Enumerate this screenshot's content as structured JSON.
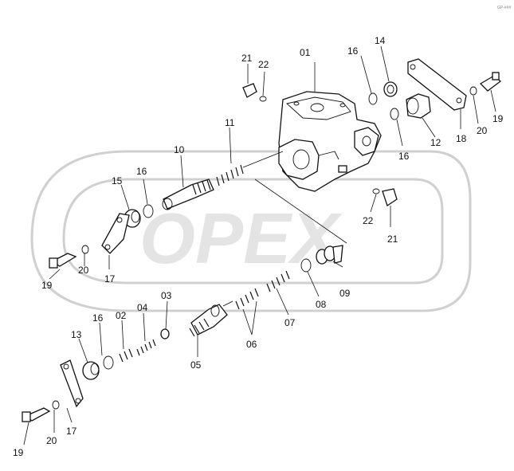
{
  "corner_tag": "GP-###",
  "watermark": "OPEX",
  "labels": {
    "l01": "01",
    "l02": "02",
    "l03": "03",
    "l04": "04",
    "l05": "05",
    "l06": "06",
    "l07": "07",
    "l08": "08",
    "l09": "09",
    "l10": "10",
    "l11": "11",
    "l12": "12",
    "l13": "13",
    "l14": "14",
    "l15": "15",
    "l16a": "16",
    "l16b": "16",
    "l16c": "16",
    "l16d": "16",
    "l17a": "17",
    "l17b": "17",
    "l18": "18",
    "l19a": "19",
    "l19b": "19",
    "l19c": "19",
    "l20a": "20",
    "l20b": "20",
    "l20c": "20",
    "l21a": "21",
    "l21b": "21",
    "l22a": "22",
    "l22b": "22"
  }
}
